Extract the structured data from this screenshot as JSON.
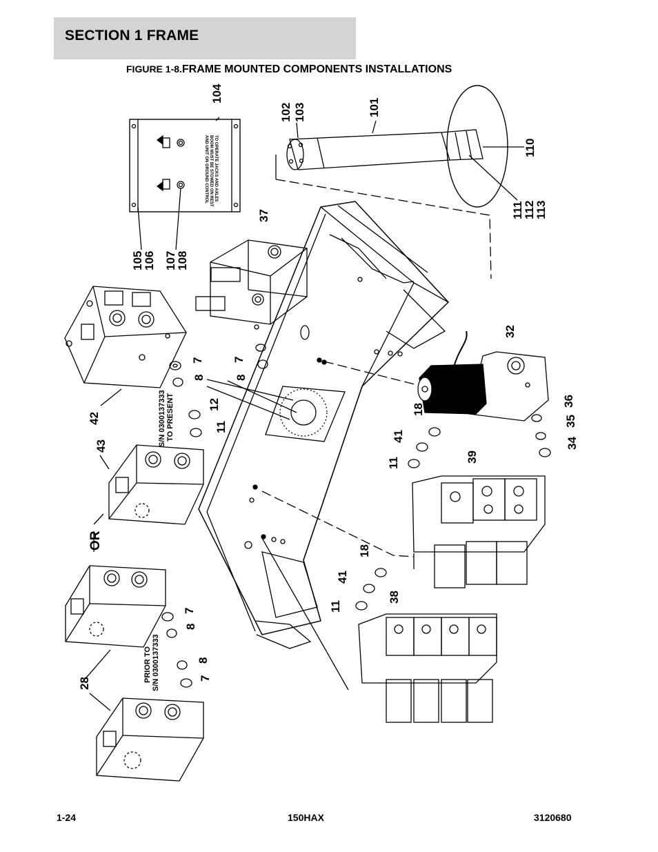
{
  "header": {
    "section": "SECTION 1  FRAME",
    "figure_number": "FIGURE 1-8.",
    "figure_title": "FRAME MOUNTED COMPONENTS INSTALLATIONS"
  },
  "callouts": {
    "c104": "104",
    "c102": "102",
    "c103": "103",
    "c101": "101",
    "c110": "110",
    "c111": "111",
    "c112": "112",
    "c113": "113",
    "c105": "105",
    "c106": "106",
    "c107": "107",
    "c108": "108",
    "c37": "37",
    "c7a": "7",
    "c8a": "8",
    "c7b": "7",
    "c8b": "8",
    "c42": "42",
    "c43": "43",
    "c12": "12",
    "c11a": "11",
    "c32": "32",
    "c36": "36",
    "c35": "35",
    "c34": "34",
    "c18a": "18",
    "c41a": "41",
    "c11b": "11",
    "c39": "39",
    "c18b": "18",
    "c41b": "41",
    "c11c": "11",
    "c38": "38",
    "c28": "28",
    "c7c": "7",
    "c8c": "8",
    "c8d": "8",
    "c7d": "7",
    "or": "OR"
  },
  "notes": {
    "sn_present_1": "S/N 0300137333",
    "sn_present_2": "TO PRESENT",
    "sn_prior_1": "PRIOR TO",
    "sn_prior_2": "S/N 0300137333",
    "decal_line1": "TO OPERATE JACKS AND AXLES",
    "decal_line2": "BOOM MUST BE STOWED ON REST",
    "decal_line3": "AND UNIT ON GROUND CONTROL"
  },
  "footer": {
    "page": "1-24",
    "model": "150HAX",
    "doc_number": "3120680"
  }
}
